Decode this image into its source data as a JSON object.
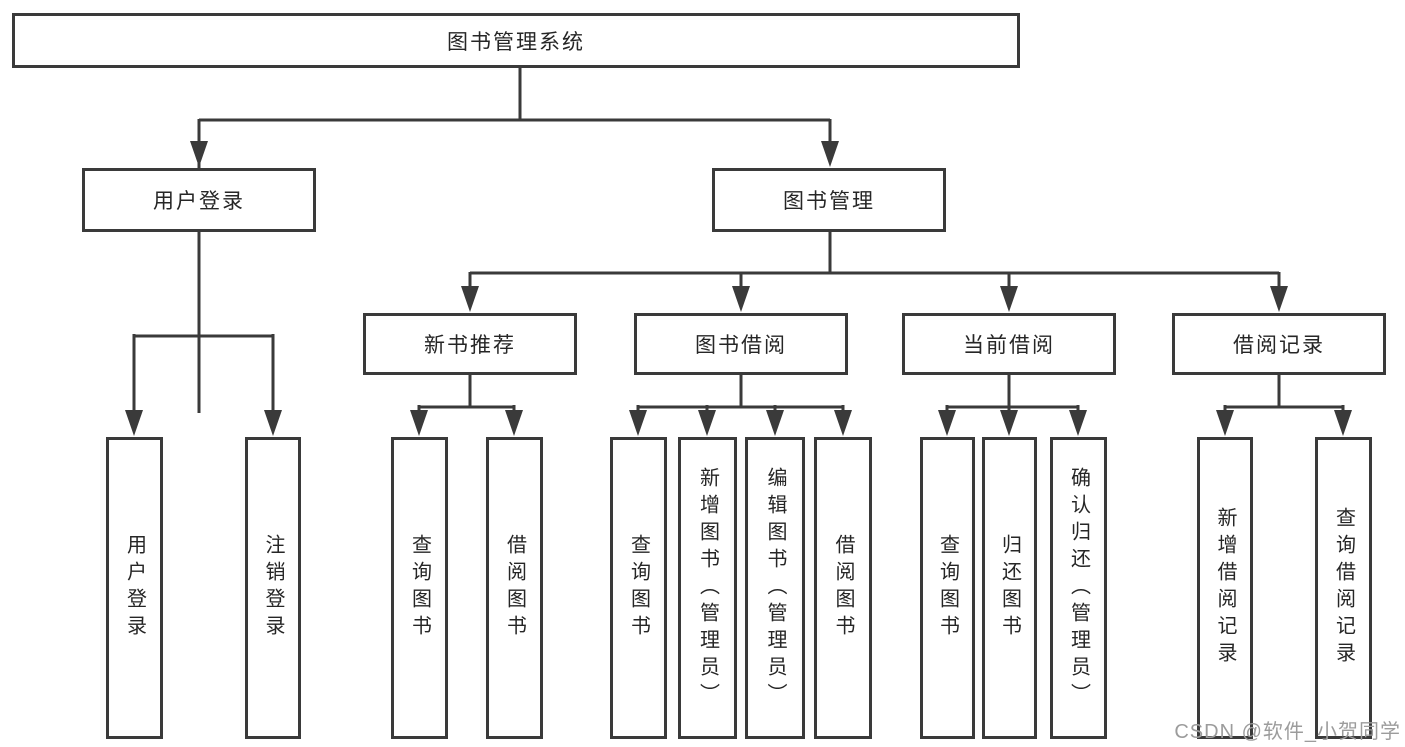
{
  "diagram": {
    "root": "图书管理系统",
    "branches": [
      {
        "label": "用户登录",
        "leaves": [
          "用户登录",
          "注销登录"
        ]
      },
      {
        "label": "图书管理",
        "groups": [
          {
            "label": "新书推荐",
            "leaves": [
              "查询图书",
              "借阅图书"
            ]
          },
          {
            "label": "图书借阅",
            "leaves": [
              "查询图书",
              "新增图书（管理员）",
              "编辑图书（管理员）",
              "借阅图书"
            ]
          },
          {
            "label": "当前借阅",
            "leaves": [
              "查询图书",
              "归还图书",
              "确认归还（管理员）"
            ]
          },
          {
            "label": "借阅记录",
            "leaves": [
              "新增借阅记录",
              "查询借阅记录"
            ]
          }
        ]
      }
    ]
  },
  "watermark": "CSDN @软件_小贺同学",
  "colors": {
    "line": "#3a3a3a",
    "text": "#262626",
    "watermark": "#9c9c9c",
    "background": "#ffffff"
  }
}
